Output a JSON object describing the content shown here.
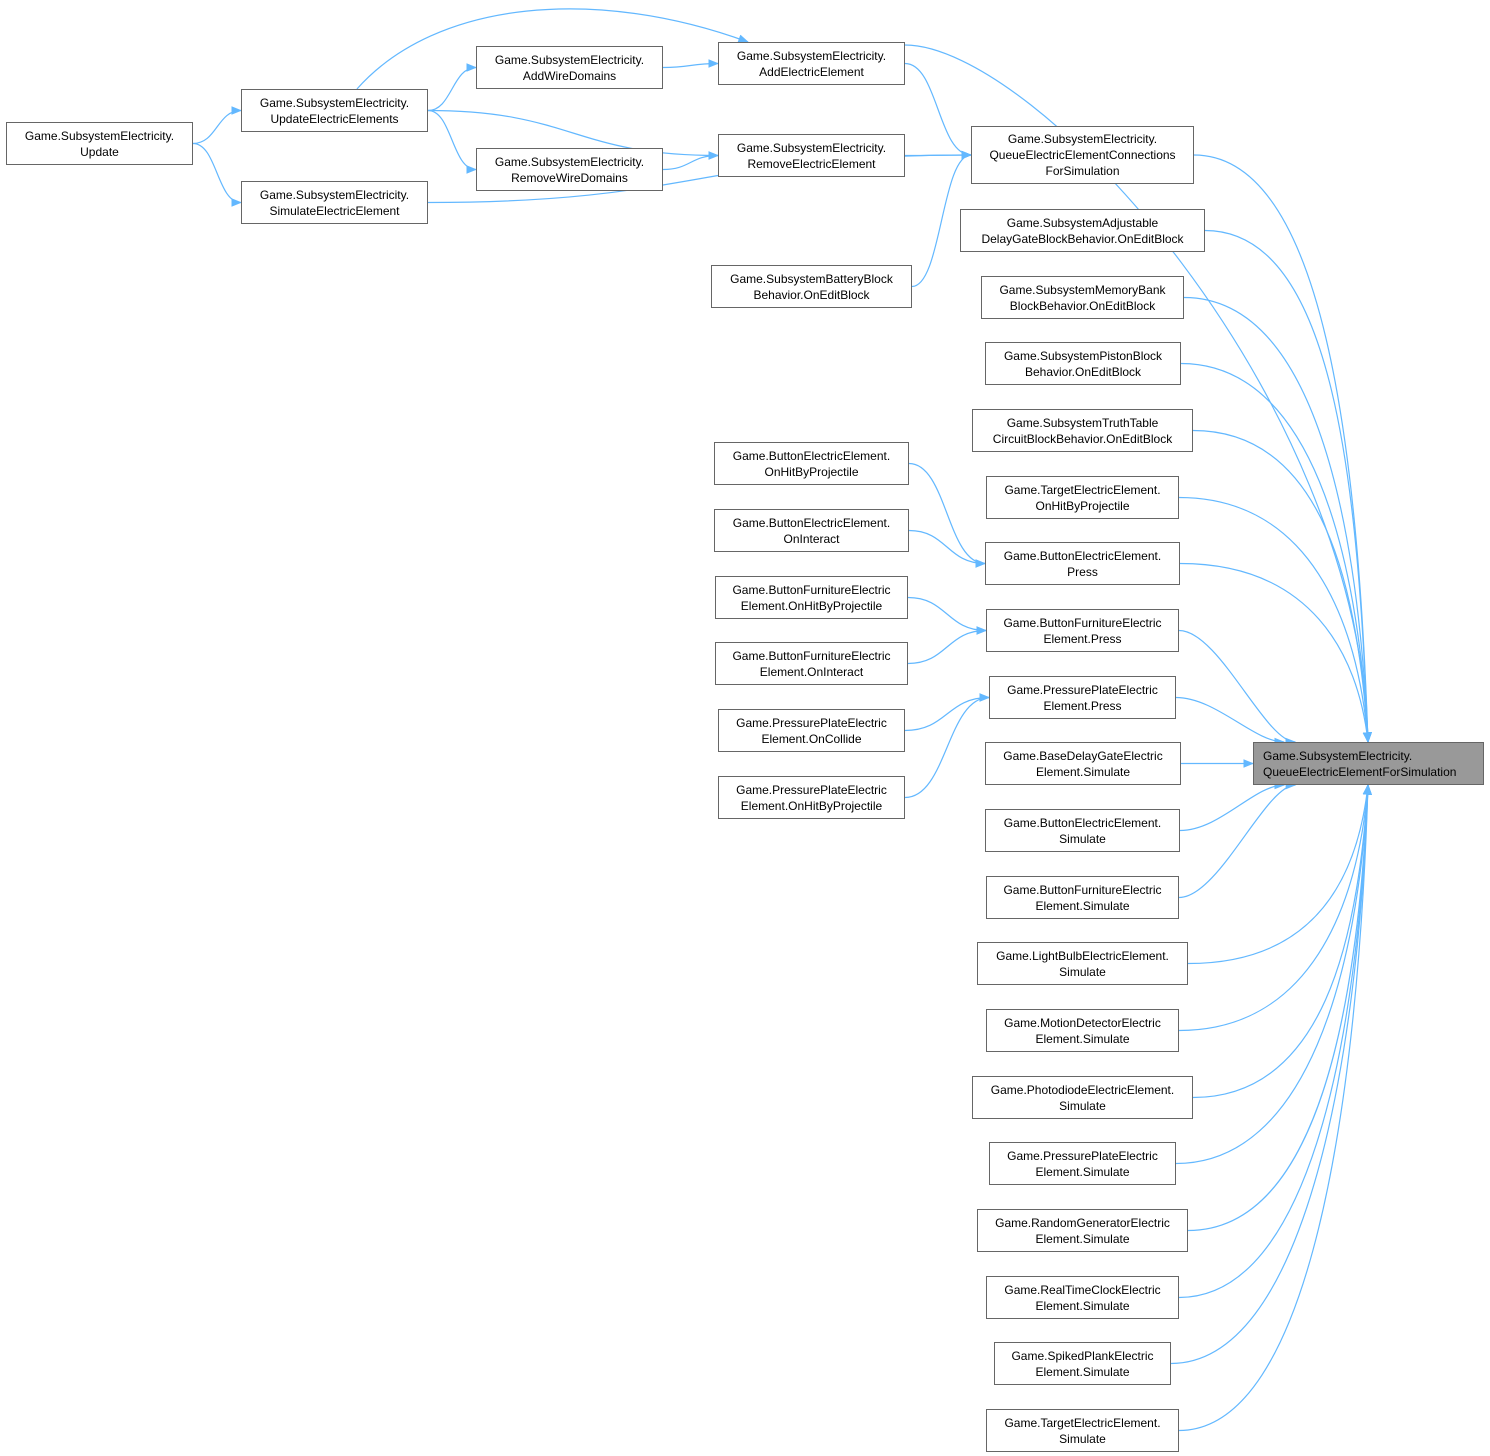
{
  "graph": {
    "edge_color": "#63b8ff",
    "focus_fill": "#999999",
    "nodes": [
      {
        "lines": [
          "Game.SubsystemElectricity.",
          "Update"
        ]
      },
      {
        "lines": [
          "Game.SubsystemElectricity.",
          "UpdateElectricElements"
        ]
      },
      {
        "lines": [
          "Game.SubsystemElectricity.",
          "SimulateElectricElement"
        ]
      },
      {
        "lines": [
          "Game.SubsystemElectricity.",
          "AddWireDomains"
        ]
      },
      {
        "lines": [
          "Game.SubsystemElectricity.",
          "RemoveWireDomains"
        ]
      },
      {
        "lines": [
          "Game.SubsystemElectricity.",
          "AddElectricElement"
        ]
      },
      {
        "lines": [
          "Game.SubsystemElectricity.",
          "RemoveElectricElement"
        ]
      },
      {
        "lines": [
          "Game.SubsystemElectricity.",
          "QueueElectricElementConnections",
          "ForSimulation"
        ]
      },
      {
        "lines": [
          "Game.SubsystemBatteryBlock",
          "Behavior.OnEditBlock"
        ]
      },
      {
        "lines": [
          "Game.SubsystemAdjustable",
          "DelayGateBlockBehavior.OnEditBlock"
        ]
      },
      {
        "lines": [
          "Game.SubsystemMemoryBank",
          "BlockBehavior.OnEditBlock"
        ]
      },
      {
        "lines": [
          "Game.SubsystemPistonBlock",
          "Behavior.OnEditBlock"
        ]
      },
      {
        "lines": [
          "Game.SubsystemTruthTable",
          "CircuitBlockBehavior.OnEditBlock"
        ]
      },
      {
        "lines": [
          "Game.TargetElectricElement.",
          "OnHitByProjectile"
        ]
      },
      {
        "lines": [
          "Game.ButtonElectricElement.",
          "Press"
        ]
      },
      {
        "lines": [
          "Game.ButtonFurnitureElectric",
          "Element.Press"
        ]
      },
      {
        "lines": [
          "Game.PressurePlateElectric",
          "Element.Press"
        ]
      },
      {
        "lines": [
          "Game.BaseDelayGateElectric",
          "Element.Simulate"
        ]
      },
      {
        "lines": [
          "Game.ButtonElectricElement.",
          "Simulate"
        ]
      },
      {
        "lines": [
          "Game.ButtonFurnitureElectric",
          "Element.Simulate"
        ]
      },
      {
        "lines": [
          "Game.LightBulbElectricElement.",
          "Simulate"
        ]
      },
      {
        "lines": [
          "Game.MotionDetectorElectric",
          "Element.Simulate"
        ]
      },
      {
        "lines": [
          "Game.PhotodiodeElectricElement.",
          "Simulate"
        ]
      },
      {
        "lines": [
          "Game.PressurePlateElectric",
          "Element.Simulate"
        ]
      },
      {
        "lines": [
          "Game.RandomGeneratorElectric",
          "Element.Simulate"
        ]
      },
      {
        "lines": [
          "Game.RealTimeClockElectric",
          "Element.Simulate"
        ]
      },
      {
        "lines": [
          "Game.SpikedPlankElectric",
          "Element.Simulate"
        ]
      },
      {
        "lines": [
          "Game.TargetElectricElement.",
          "Simulate"
        ]
      },
      {
        "lines": [
          "Game.SubsystemElectricity.",
          "QueueElectricElementForSimulation"
        ],
        "focus": true
      },
      {
        "lines": [
          "Game.ButtonElectricElement.",
          "OnHitByProjectile"
        ]
      },
      {
        "lines": [
          "Game.ButtonElectricElement.",
          "OnInteract"
        ]
      },
      {
        "lines": [
          "Game.ButtonFurnitureElectric",
          "Element.OnHitByProjectile"
        ]
      },
      {
        "lines": [
          "Game.ButtonFurnitureElectric",
          "Element.OnInteract"
        ]
      },
      {
        "lines": [
          "Game.PressurePlateElectric",
          "Element.OnCollide"
        ]
      },
      {
        "lines": [
          "Game.PressurePlateElectric",
          "Element.OnHitByProjectile"
        ]
      }
    ],
    "edges": [
      [
        0,
        1
      ],
      [
        0,
        2
      ],
      [
        1,
        3
      ],
      [
        1,
        4
      ],
      [
        1,
        5
      ],
      [
        1,
        6
      ],
      [
        3,
        5
      ],
      [
        4,
        6
      ],
      [
        5,
        7
      ],
      [
        6,
        7
      ],
      [
        2,
        7
      ],
      [
        8,
        7
      ],
      [
        5,
        28
      ],
      [
        7,
        28
      ],
      [
        9,
        28
      ],
      [
        10,
        28
      ],
      [
        11,
        28
      ],
      [
        12,
        28
      ],
      [
        13,
        28
      ],
      [
        14,
        28
      ],
      [
        15,
        28
      ],
      [
        16,
        28
      ],
      [
        17,
        28
      ],
      [
        18,
        28
      ],
      [
        19,
        28
      ],
      [
        20,
        28
      ],
      [
        21,
        28
      ],
      [
        22,
        28
      ],
      [
        23,
        28
      ],
      [
        24,
        28
      ],
      [
        25,
        28
      ],
      [
        26,
        28
      ],
      [
        27,
        28
      ],
      [
        29,
        14
      ],
      [
        30,
        14
      ],
      [
        31,
        15
      ],
      [
        32,
        15
      ],
      [
        33,
        16
      ],
      [
        34,
        16
      ]
    ]
  }
}
